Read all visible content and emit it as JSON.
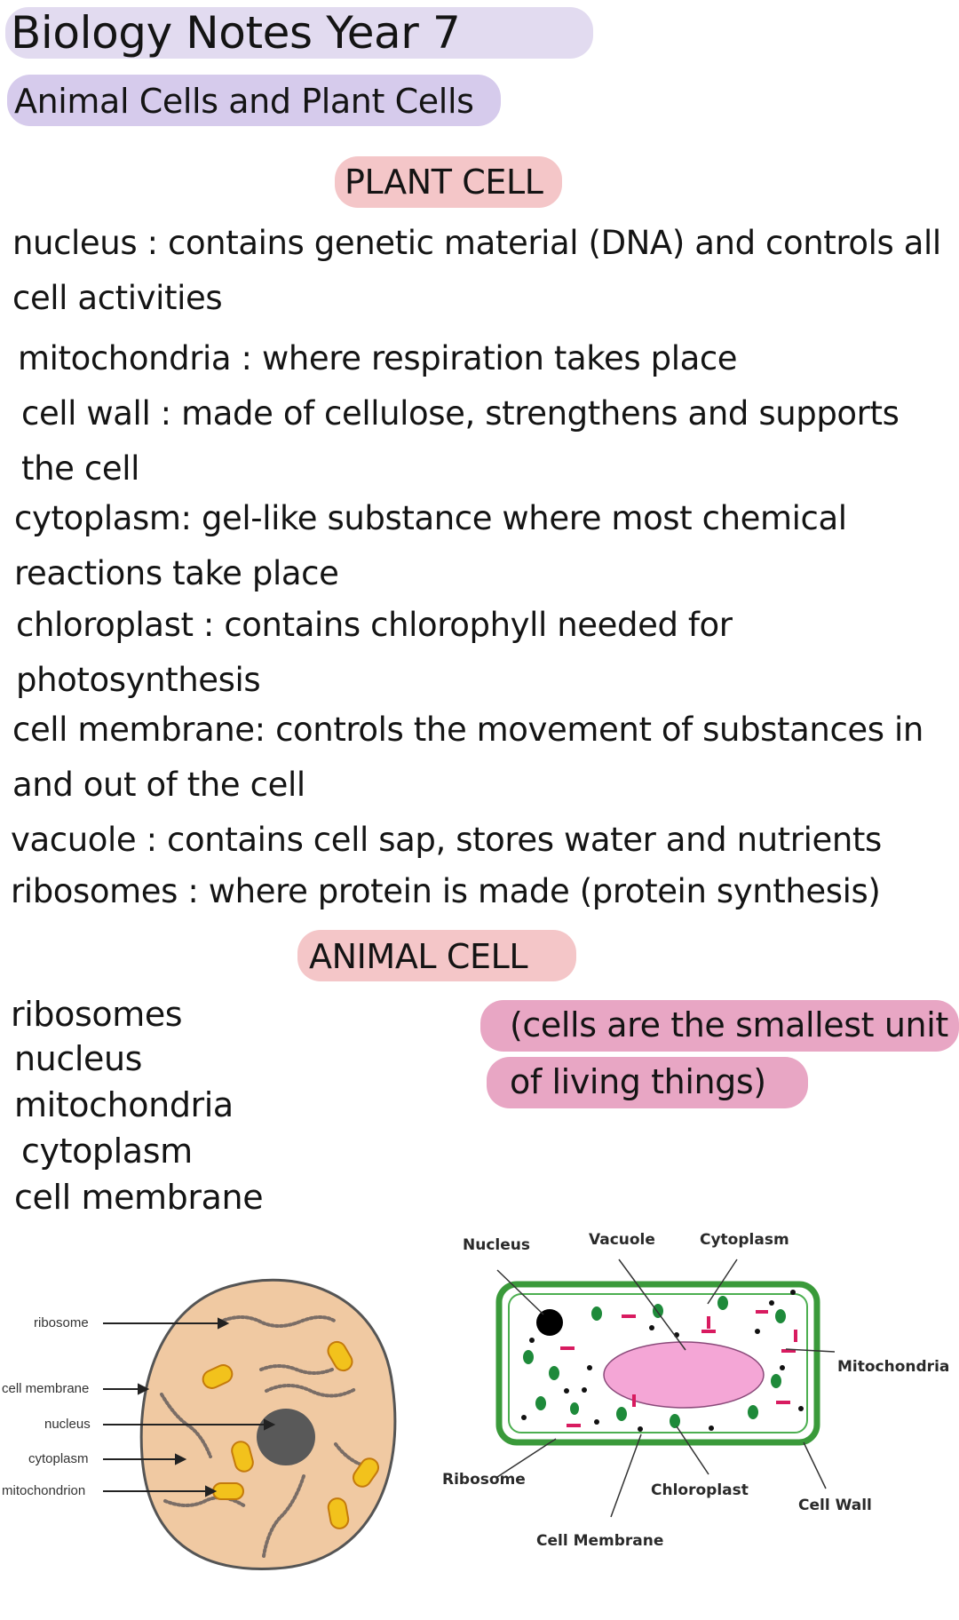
{
  "title": "Biology Notes Year 7",
  "subtitle": "Animal Cells and Plant Cells",
  "plant_heading": "PLANT CELL",
  "plant_notes": [
    "nucleus : contains genetic material (DNA) and controls all",
    "cell activities",
    "mitochondria : where respiration takes place",
    "cell wall : made of cellulose, strengthens and supports",
    "the cell",
    "cytoplasm: gel-like substance where most chemical",
    "reactions take place",
    "chloroplast : contains chlorophyll needed for",
    "photosynthesis",
    "cell membrane: controls the movement of substances in",
    "and out of the cell",
    "vacuole : contains cell sap, stores water and nutrients",
    "ribosomes : where protein is made (protein synthesis)"
  ],
  "animal_heading": "ANIMAL CELL",
  "animal_parts": [
    "ribosomes",
    "nucleus",
    "mitochondria",
    "cytoplasm",
    "cell membrane"
  ],
  "callout": [
    "(cells are the smallest unit",
    "of living things)"
  ],
  "animal_diagram_labels": [
    "ribosome",
    "cell membrane",
    "nucleus",
    "cytoplasm",
    "mitochondrion"
  ],
  "plant_diagram_labels": {
    "nucleus": "Nucleus",
    "vacuole": "Vacuole",
    "cytoplasm": "Cytoplasm",
    "mitochondria": "Mitochondria",
    "ribosome": "Ribosome",
    "chloroplast": "Chloroplast",
    "cell_wall": "Cell Wall",
    "cell_membrane": "Cell Membrane"
  },
  "colors": {
    "title_highlight": "#e2dbf0",
    "subtitle_highlight": "#d6cbec",
    "heading_highlight": "#f4c6c8",
    "callout_highlight": "#e8a6c4",
    "animal_cell_fill": "#f0c9a2",
    "plant_wall": "#3a9a3a",
    "vacuole_fill": "#f4a6d6"
  }
}
